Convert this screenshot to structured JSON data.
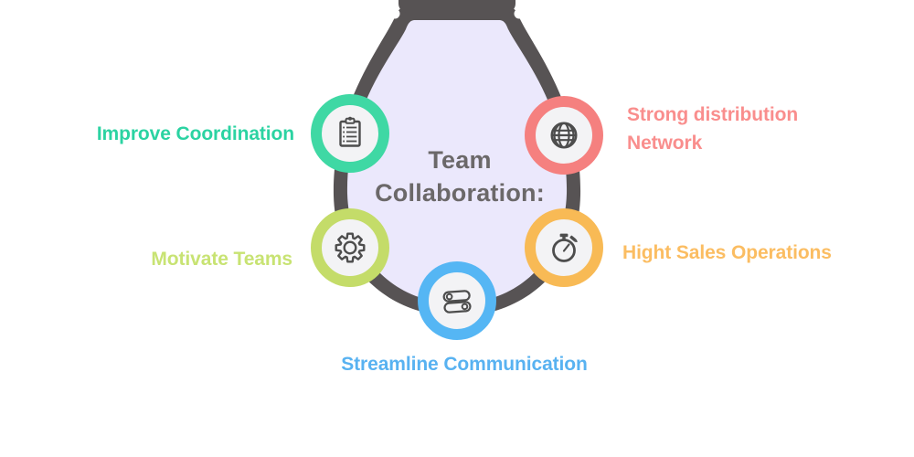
{
  "title": {
    "line1": "Team",
    "line2": "Collaboration:"
  },
  "colors": {
    "title_text": "#6b6869",
    "bulb_outline": "#575354",
    "bulb_glass": "#ebe8fc",
    "circle_fill": "#f3f3f5",
    "icon": "#4d4d4d",
    "background": "#ffffff"
  },
  "items": [
    {
      "label": "Improve Coordination",
      "icon": "clipboard-icon",
      "ring_color": "#3fd8a4",
      "text_color": "#2bd3a2"
    },
    {
      "label": "Strong distribution Network",
      "icon": "globe-icon",
      "ring_color": "#f5807f",
      "text_color": "#f98e8d"
    },
    {
      "label": "Motivate Teams",
      "icon": "gear-icon",
      "ring_color": "#c4dc69",
      "text_color": "#c8e373"
    },
    {
      "label": "Hight Sales Operations",
      "icon": "stopwatch-icon",
      "ring_color": "#f8ba55",
      "text_color": "#fbbd62"
    },
    {
      "label": "Streamline Communication",
      "icon": "toggle-switches-icon",
      "ring_color": "#55b6f4",
      "text_color": "#58b2f1"
    }
  ]
}
